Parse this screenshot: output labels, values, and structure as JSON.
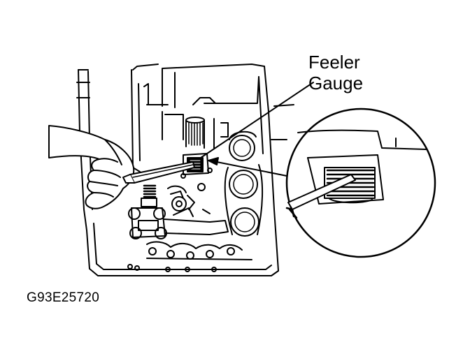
{
  "callout": {
    "line1": "Feeler",
    "line2": "Gauge"
  },
  "figure_id": "G93E25720",
  "colors": {
    "ink": "#000000",
    "paper": "#ffffff"
  }
}
